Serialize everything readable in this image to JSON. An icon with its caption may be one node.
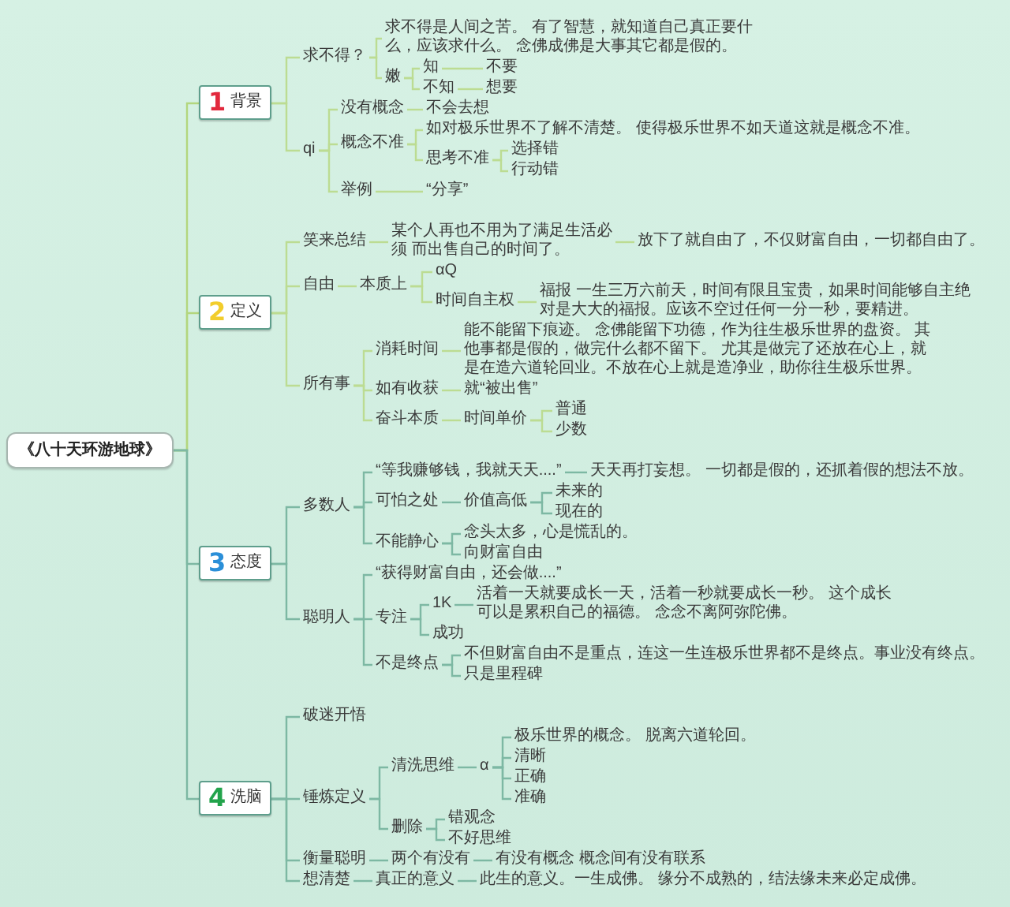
{
  "diagram": {
    "nodes": [
      {
        "text": [
          "《八十天环游地球》"
        ]
      },
      {
        "text": [
          "1",
          "背景"
        ]
      },
      {
        "text": [
          "求不得？"
        ]
      },
      {
        "text": [
          "求不得是人间之苦。 有了智慧，就知道自己真正要什么，应该求什么。 念佛成佛是大事其它都是假的。"
        ]
      },
      {
        "text": [
          "嫩"
        ]
      },
      {
        "text": [
          "知"
        ]
      },
      {
        "text": [
          "不要"
        ]
      },
      {
        "text": [
          "不知"
        ]
      },
      {
        "text": [
          "想要"
        ]
      },
      {
        "text": [
          "qi"
        ]
      },
      {
        "text": [
          "没有概念"
        ]
      },
      {
        "text": [
          "不会去想"
        ]
      },
      {
        "text": [
          "概念不准"
        ]
      },
      {
        "text": [
          "如对极乐世界不了解不清楚。 使得极乐世界不如天道这就是概念不准。"
        ]
      },
      {
        "text": [
          "思考不准"
        ]
      },
      {
        "text": [
          "选择错"
        ]
      },
      {
        "text": [
          "行动错"
        ]
      },
      {
        "text": [
          "举例"
        ]
      },
      {
        "text": [
          "“分享”"
        ]
      },
      {
        "text": [
          "2",
          "定义"
        ]
      },
      {
        "text": [
          "笑来总结"
        ]
      },
      {
        "text": [
          "某个人再也不用为了满足生活必须 而出售自己的时间了。"
        ]
      },
      {
        "text": [
          "放下了就自由了，不仅财富自由，一切都自由了。"
        ]
      },
      {
        "text": [
          "自由"
        ]
      },
      {
        "text": [
          "本质上"
        ]
      },
      {
        "text": [
          "αQ"
        ]
      },
      {
        "text": [
          "时间自主权"
        ]
      },
      {
        "text": [
          "福报 一生三万六前天，时间有限且宝贵，如果时间能够自主绝对是大大的福报。应该不空过任何一分一秒，要精进。"
        ]
      },
      {
        "text": [
          "所有事"
        ]
      },
      {
        "text": [
          "消耗时间"
        ]
      },
      {
        "text": [
          "能不能留下痕迹。 念佛能留下功德，作为往生极乐世界的盘资。 其他事都是假的，做完什么都不留下。 尤其是做完了还放在心上，就是在造六道轮回业。不放在心上就是造净业，助你往生极乐世界。"
        ]
      },
      {
        "text": [
          "如有收获"
        ]
      },
      {
        "text": [
          "就“被出售”"
        ]
      },
      {
        "text": [
          "奋斗本质"
        ]
      },
      {
        "text": [
          "时间单价"
        ]
      },
      {
        "text": [
          "普通"
        ]
      },
      {
        "text": [
          "少数"
        ]
      },
      {
        "text": [
          "3",
          "态度"
        ]
      },
      {
        "text": [
          "多数人"
        ]
      },
      {
        "text": [
          "“等我赚够钱，我就天天....”"
        ]
      },
      {
        "text": [
          "天天再打妄想。 一切都是假的，还抓着假的想法不放。"
        ]
      },
      {
        "text": [
          "可怕之处"
        ]
      },
      {
        "text": [
          "价值高低"
        ]
      },
      {
        "text": [
          "未来的"
        ]
      },
      {
        "text": [
          "现在的"
        ]
      },
      {
        "text": [
          "不能静心"
        ]
      },
      {
        "text": [
          "念头太多，心是慌乱的。"
        ]
      },
      {
        "text": [
          "向财富自由"
        ]
      },
      {
        "text": [
          "聪明人"
        ]
      },
      {
        "text": [
          "“获得财富自由，还会做....”"
        ]
      },
      {
        "text": [
          "专注"
        ]
      },
      {
        "text": [
          "1K"
        ]
      },
      {
        "text": [
          "活着一天就要成长一天，活着一秒就要成长一秒。 这个成长可以是累积自己的福德。 念念不离阿弥陀佛。"
        ]
      },
      {
        "text": [
          "成功"
        ]
      },
      {
        "text": [
          "不是终点"
        ]
      },
      {
        "text": [
          "不但财富自由不是重点，连这一生连极乐世界都不是终点。事业没有终点。"
        ]
      },
      {
        "text": [
          "只是里程碑"
        ]
      },
      {
        "text": [
          "4",
          "洗脑"
        ]
      },
      {
        "text": [
          "破迷开悟"
        ]
      },
      {
        "text": [
          "锤炼定义"
        ]
      },
      {
        "text": [
          "清洗思维"
        ]
      },
      {
        "text": [
          "α"
        ]
      },
      {
        "text": [
          "极乐世界的概念。 脱离六道轮回。"
        ]
      },
      {
        "text": [
          "清晰"
        ]
      },
      {
        "text": [
          "正确"
        ]
      },
      {
        "text": [
          "准确"
        ]
      },
      {
        "text": [
          "删除"
        ]
      },
      {
        "text": [
          "错观念"
        ]
      },
      {
        "text": [
          "不好思维"
        ]
      },
      {
        "text": [
          "衡量聪明"
        ]
      },
      {
        "text": [
          "两个有没有"
        ]
      },
      {
        "text": [
          "有没有概念 概念间有没有联系"
        ]
      },
      {
        "text": [
          "想清楚"
        ]
      },
      {
        "text": [
          "真正的意义"
        ]
      },
      {
        "text": [
          "此生的意义。一生成佛。 缘分不成熟的，结法缘未来必定成佛。"
        ]
      }
    ],
    "edges": [
      {
        "from": 0,
        "to": 1,
        "arrow": "none",
        "color": "#b3d67e"
      },
      {
        "from": 0,
        "to": 19,
        "arrow": "none",
        "color": "#b3d67e"
      },
      {
        "from": 0,
        "to": 37,
        "arrow": "none"
      },
      {
        "from": 0,
        "to": 57,
        "arrow": "none"
      },
      {
        "from": 1,
        "to": 2,
        "arrow": "none",
        "color": "#bcdc92"
      },
      {
        "from": 1,
        "to": 9,
        "arrow": "none",
        "color": "#bcdc92"
      },
      {
        "from": 2,
        "to": 3,
        "arrow": "none",
        "color": "#bcdc92"
      },
      {
        "from": 2,
        "to": 4,
        "arrow": "none",
        "color": "#bcdc92"
      },
      {
        "from": 4,
        "to": 5,
        "arrow": "none",
        "color": "#bcdc92"
      },
      {
        "from": 4,
        "to": 7,
        "arrow": "none",
        "color": "#bcdc92"
      },
      {
        "from": 5,
        "to": 6,
        "arrow": "none",
        "color": "#bcdc92"
      },
      {
        "from": 7,
        "to": 8,
        "arrow": "none",
        "color": "#bcdc92"
      },
      {
        "from": 9,
        "to": 10,
        "arrow": "none",
        "color": "#bcdc92"
      },
      {
        "from": 9,
        "to": 12,
        "arrow": "none",
        "color": "#bcdc92"
      },
      {
        "from": 9,
        "to": 17,
        "arrow": "none",
        "color": "#bcdc92"
      },
      {
        "from": 10,
        "to": 11,
        "arrow": "none",
        "color": "#bcdc92"
      },
      {
        "from": 12,
        "to": 13,
        "arrow": "none",
        "color": "#bcdc92"
      },
      {
        "from": 12,
        "to": 14,
        "arrow": "none",
        "color": "#bcdc92"
      },
      {
        "from": 14,
        "to": 15,
        "arrow": "none",
        "color": "#bcdc92"
      },
      {
        "from": 14,
        "to": 16,
        "arrow": "none",
        "color": "#bcdc92"
      },
      {
        "from": 17,
        "to": 18,
        "arrow": "none",
        "color": "#bcdc92"
      },
      {
        "from": 19,
        "to": 20,
        "arrow": "none",
        "color": "#bcdc92"
      },
      {
        "from": 19,
        "to": 23,
        "arrow": "none",
        "color": "#bcdc92"
      },
      {
        "from": 19,
        "to": 28,
        "arrow": "none",
        "color": "#bcdc92"
      },
      {
        "from": 20,
        "to": 21,
        "arrow": "none",
        "color": "#bcdc92"
      },
      {
        "from": 21,
        "to": 22,
        "arrow": "none",
        "color": "#bcdc92"
      },
      {
        "from": 23,
        "to": 24,
        "arrow": "none",
        "color": "#bcdc92"
      },
      {
        "from": 24,
        "to": 25,
        "arrow": "none",
        "color": "#bcdc92"
      },
      {
        "from": 24,
        "to": 26,
        "arrow": "none",
        "color": "#bcdc92"
      },
      {
        "from": 26,
        "to": 27,
        "arrow": "none",
        "color": "#bcdc92"
      },
      {
        "from": 28,
        "to": 29,
        "arrow": "none",
        "color": "#bcdc92"
      },
      {
        "from": 28,
        "to": 31,
        "arrow": "none",
        "color": "#bcdc92"
      },
      {
        "from": 28,
        "to": 33,
        "arrow": "none",
        "color": "#bcdc92"
      },
      {
        "from": 29,
        "to": 30,
        "arrow": "none",
        "color": "#bcdc92"
      },
      {
        "from": 31,
        "to": 32,
        "arrow": "none",
        "color": "#bcdc92"
      },
      {
        "from": 33,
        "to": 34,
        "arrow": "none",
        "color": "#bcdc92"
      },
      {
        "from": 34,
        "to": 35,
        "arrow": "none",
        "color": "#bcdc92"
      },
      {
        "from": 34,
        "to": 36,
        "arrow": "none",
        "color": "#bcdc92"
      },
      {
        "from": 37,
        "to": 38,
        "arrow": "none"
      },
      {
        "from": 37,
        "to": 48,
        "arrow": "none"
      },
      {
        "from": 38,
        "to": 39,
        "arrow": "none"
      },
      {
        "from": 38,
        "to": 41,
        "arrow": "none"
      },
      {
        "from": 38,
        "to": 45,
        "arrow": "none"
      },
      {
        "from": 39,
        "to": 40,
        "arrow": "none"
      },
      {
        "from": 41,
        "to": 42,
        "arrow": "none"
      },
      {
        "from": 42,
        "to": 43,
        "arrow": "none"
      },
      {
        "from": 42,
        "to": 44,
        "arrow": "none"
      },
      {
        "from": 45,
        "to": 46,
        "arrow": "none"
      },
      {
        "from": 45,
        "to": 47,
        "arrow": "none"
      },
      {
        "from": 48,
        "to": 49,
        "arrow": "none"
      },
      {
        "from": 48,
        "to": 50,
        "arrow": "none"
      },
      {
        "from": 48,
        "to": 54,
        "arrow": "none"
      },
      {
        "from": 50,
        "to": 51,
        "arrow": "none"
      },
      {
        "from": 50,
        "to": 53,
        "arrow": "none"
      },
      {
        "from": 51,
        "to": 52,
        "arrow": "none"
      },
      {
        "from": 54,
        "to": 55,
        "arrow": "none"
      },
      {
        "from": 54,
        "to": 56,
        "arrow": "none"
      },
      {
        "from": 57,
        "to": 58,
        "arrow": "none"
      },
      {
        "from": 57,
        "to": 59,
        "arrow": "none"
      },
      {
        "from": 57,
        "to": 69,
        "arrow": "none"
      },
      {
        "from": 57,
        "to": 72,
        "arrow": "none"
      },
      {
        "from": 59,
        "to": 60,
        "arrow": "none"
      },
      {
        "from": 59,
        "to": 66,
        "arrow": "none"
      },
      {
        "from": 60,
        "to": 61,
        "arrow": "none"
      },
      {
        "from": 61,
        "to": 62,
        "arrow": "none"
      },
      {
        "from": 61,
        "to": 63,
        "arrow": "none"
      },
      {
        "from": 61,
        "to": 64,
        "arrow": "none"
      },
      {
        "from": 61,
        "to": 65,
        "arrow": "none"
      },
      {
        "from": 66,
        "to": 67,
        "arrow": "none"
      },
      {
        "from": 66,
        "to": 68,
        "arrow": "none"
      },
      {
        "from": 69,
        "to": 70,
        "arrow": "none"
      },
      {
        "from": 70,
        "to": 71,
        "arrow": "none"
      },
      {
        "from": 72,
        "to": 73,
        "arrow": "none"
      },
      {
        "from": 73,
        "to": 74,
        "arrow": "none"
      }
    ]
  }
}
